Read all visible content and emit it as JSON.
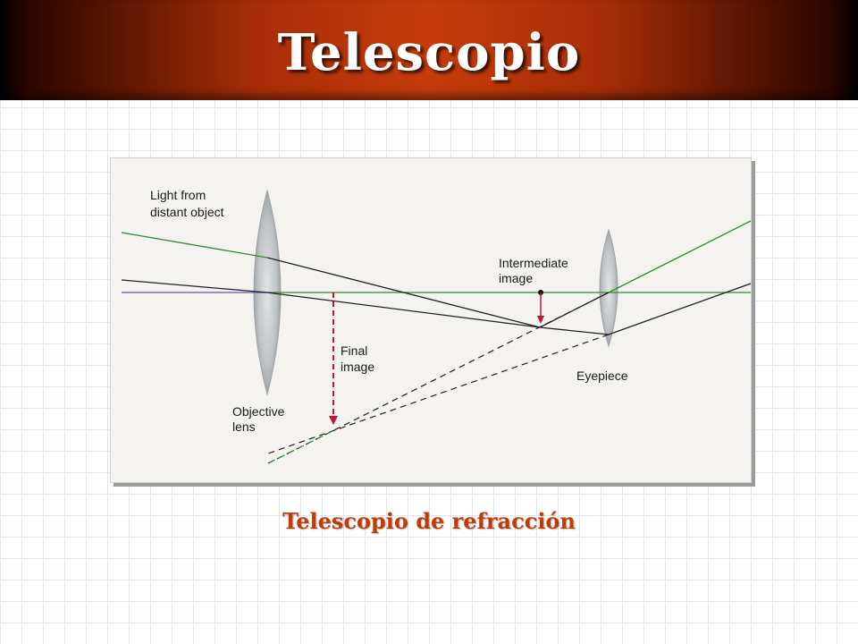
{
  "slide": {
    "title": "Telescopio",
    "caption": "Telescopio de refracción"
  },
  "diagram": {
    "labels": {
      "light_line1": "Light from",
      "light_line2": "distant object",
      "intermediate_line1": "Intermediate",
      "intermediate_line2": "image",
      "final_line1": "Final",
      "final_line2": "image",
      "eyepiece": "Eyepiece",
      "objective_line1": "Objective",
      "objective_line2": "lens"
    },
    "colors": {
      "title_bar": "#b8360a",
      "caption": "#c33a06",
      "optical_axis": "#6a4fb0",
      "ray_green": "#2e8b2e",
      "ray_dark": "#222222",
      "image_arrow": "#cc1133",
      "lens_fill": "#bfc3c6"
    }
  }
}
